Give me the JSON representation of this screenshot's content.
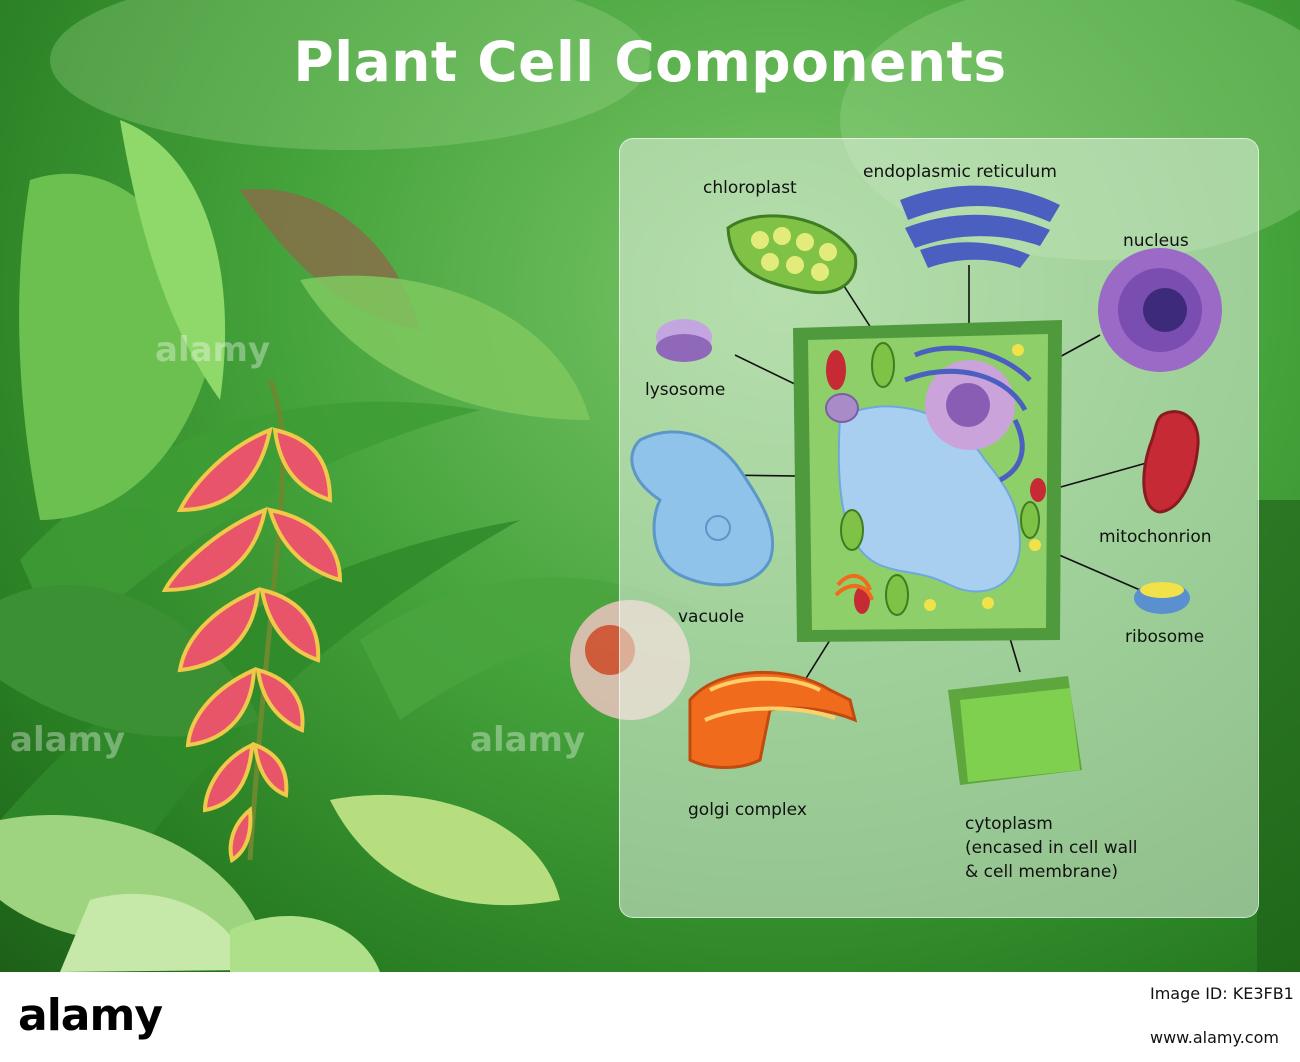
{
  "title": "Plant Cell Components",
  "labels": {
    "chloroplast": "chloroplast",
    "endoplasmic_reticulum": "endoplasmic reticulum",
    "nucleus": "nucleus",
    "lysosome": "lysosome",
    "vacuole": "vacuole",
    "mitochondrion": "mitochonrion",
    "ribosome": "ribosome",
    "golgi_complex": "golgi complex",
    "cytoplasm": "cytoplasm\n(encased in cell wall\n& cell membrane)"
  },
  "watermark": "alamy",
  "footer": {
    "brand": "alamy",
    "image_id": "Image ID: KE3FB1",
    "site": "www.alamy.com"
  },
  "colors": {
    "background": "#3f9c36",
    "title": "#ffffff",
    "panel": "#e6f2e4",
    "cell_wall": "#4f9a3c",
    "cytoplasm": "#8fcf6a",
    "vacuole": "#a8cff0",
    "nucleus": "#c9a3d9",
    "chloroplast": "#7fc245",
    "endoplasmic_reticulum": "#4a5fc0",
    "mitochondrion": "#c62a34",
    "golgi": "#f06c1c",
    "ribosome": "#f2e24a",
    "lysosome": "#a98bc8"
  }
}
